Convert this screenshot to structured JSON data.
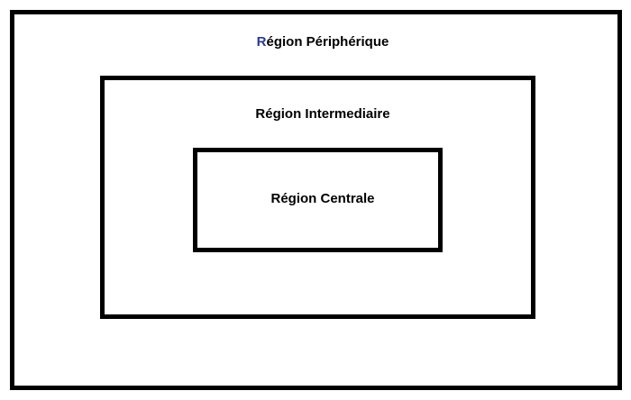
{
  "diagram": {
    "regions": [
      {
        "id": "peripheral",
        "label": "Région Périphérique"
      },
      {
        "id": "intermediate",
        "label": "Région Intermediaire"
      },
      {
        "id": "central",
        "label": "Région Centrale"
      }
    ],
    "accent_color": "#2b3a8c"
  }
}
